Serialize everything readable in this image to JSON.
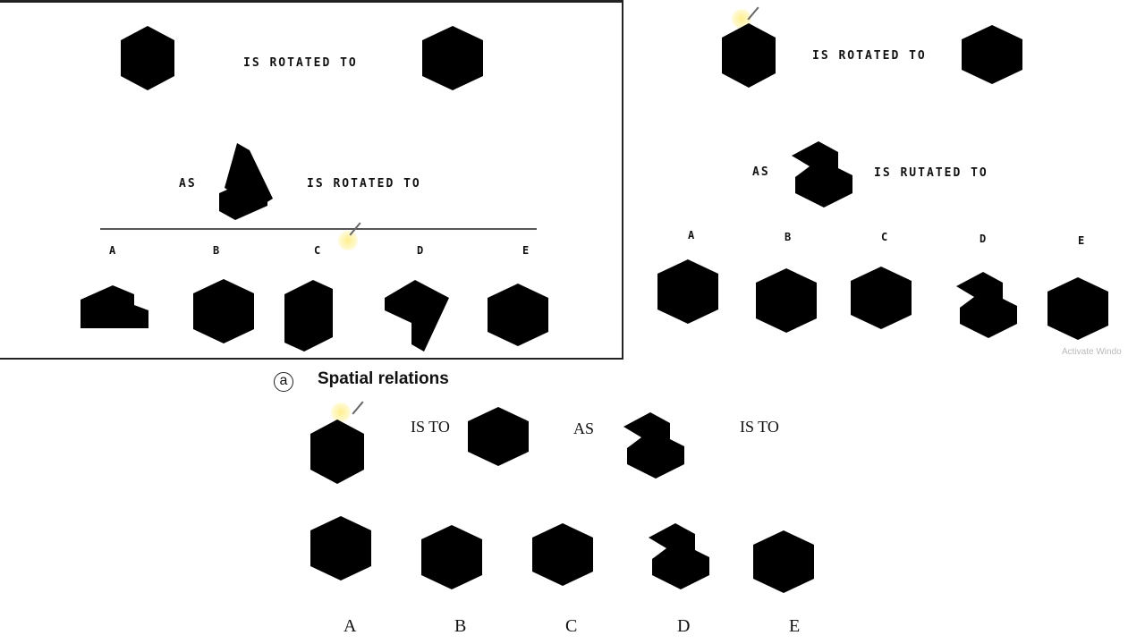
{
  "left_panel": {
    "q1_text": "IS ROTATED TO",
    "q2_as": "AS",
    "q2_text": "IS ROTATED TO",
    "options": [
      "A",
      "B",
      "C",
      "D",
      "E"
    ]
  },
  "right_panel": {
    "q1_text": "IS ROTATED TO",
    "q2_as": "AS",
    "q2_text": "IS RUTATED TO",
    "options": [
      "A",
      "B",
      "C",
      "D",
      "E"
    ],
    "watermark": "Activate Windo"
  },
  "bottom_panel": {
    "tag": "a",
    "title": "Spatial relations",
    "is_to_1": "IS TO",
    "as_text": "AS",
    "is_to_2": "IS TO",
    "options": [
      "A",
      "B",
      "C",
      "D",
      "E"
    ]
  },
  "icons": [
    "cube-with-notch-icon",
    "l-block-icon",
    "stair-block-icon",
    "u-block-icon"
  ]
}
